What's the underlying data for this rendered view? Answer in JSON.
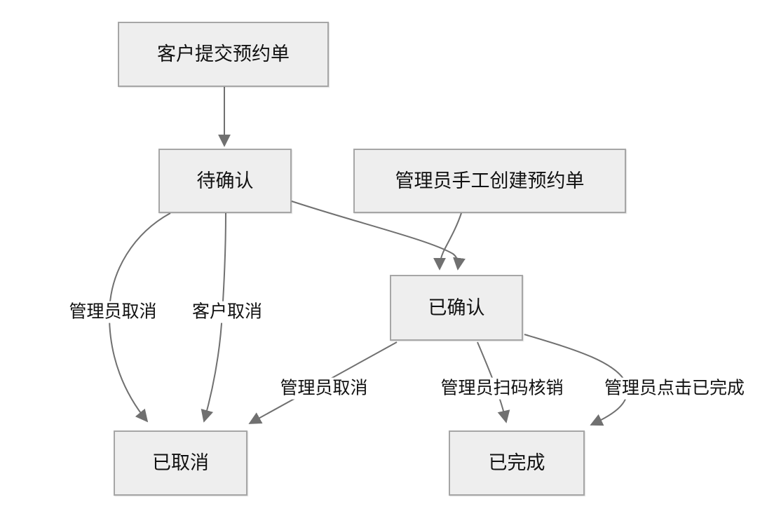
{
  "diagram": {
    "type": "flowchart",
    "background": "#ffffff"
  },
  "colors": {
    "canvas_bg": "#ffffff",
    "node_fill": "#eeeeee",
    "node_border": "#a6a6a6",
    "edge_color": "#707070",
    "text_color": "#111111"
  },
  "nodes": {
    "customer_submit": {
      "label": "客户提交预约单"
    },
    "pending": {
      "label": "待确认"
    },
    "admin_create": {
      "label": "管理员手工创建预约单"
    },
    "confirmed": {
      "label": "已确认"
    },
    "cancelled": {
      "label": "已取消"
    },
    "completed": {
      "label": "已完成"
    }
  },
  "edges": {
    "submit_to_pending": {
      "from": "customer_submit",
      "to": "pending",
      "label": ""
    },
    "pending_to_cancelled_admin": {
      "from": "pending",
      "to": "cancelled",
      "label": "管理员取消"
    },
    "pending_to_cancelled_customer": {
      "from": "pending",
      "to": "cancelled",
      "label": "客户取消"
    },
    "pending_to_confirmed": {
      "from": "pending",
      "to": "confirmed",
      "label": ""
    },
    "admin_create_to_confirmed": {
      "from": "admin_create",
      "to": "confirmed",
      "label": ""
    },
    "confirmed_to_cancelled": {
      "from": "confirmed",
      "to": "cancelled",
      "label": "管理员取消"
    },
    "confirmed_to_completed_scan": {
      "from": "confirmed",
      "to": "completed",
      "label": "管理员扫码核销"
    },
    "confirmed_to_completed_click": {
      "from": "confirmed",
      "to": "completed",
      "label": "管理员点击已完成"
    }
  }
}
